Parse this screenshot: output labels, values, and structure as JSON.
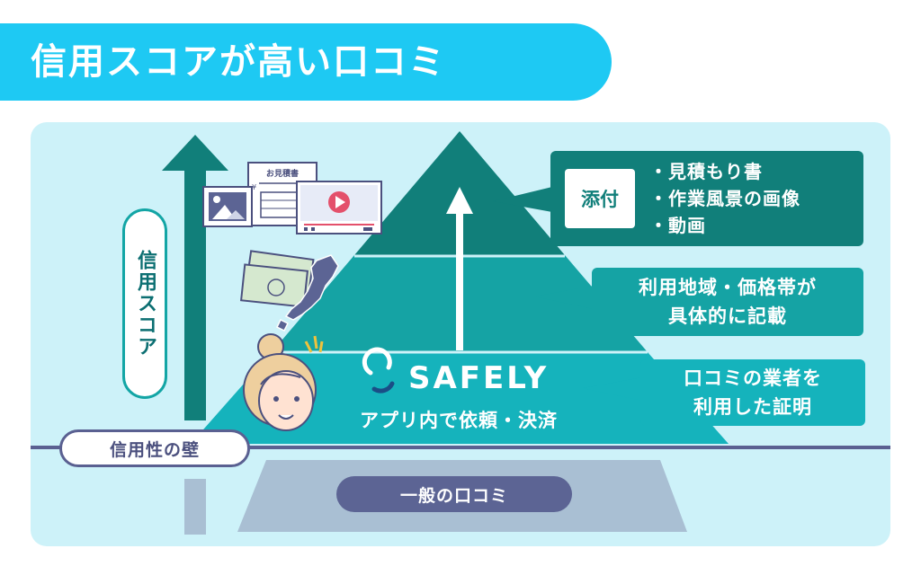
{
  "title": "信用スコアが高い口コミ",
  "callouts": {
    "attachment": {
      "label": "添付",
      "items": [
        "・見積もり書",
        "・作業風景の画像",
        "・動画"
      ]
    },
    "region_price": {
      "line1": "利用地域・価格帯が",
      "line2": "具体的に記載"
    },
    "proof": {
      "line1": "口コミの業者を",
      "line2": "利用した証明"
    }
  },
  "safely": {
    "logo_text": "SAFELY",
    "subtitle": "アプリ内で依頼・決済"
  },
  "score_label": "信用スコア",
  "wall_label": "信用性の壁",
  "general_label": "一般の口コミ",
  "illustrations": {
    "estimate_doc_title": "お見積書",
    "estimate_doc_amount": "¥"
  },
  "colors": {
    "title_banner": "#1ec9f3",
    "panel_bg": "#cdf2f9",
    "pyramid_top": "#117f7a",
    "pyramid_mid": "#15a3a4",
    "pyramid_bottom": "#15b3bc",
    "wall_line": "#5a6091",
    "general_base": "#a9bfd3",
    "general_label_bg": "#5c6494"
  }
}
